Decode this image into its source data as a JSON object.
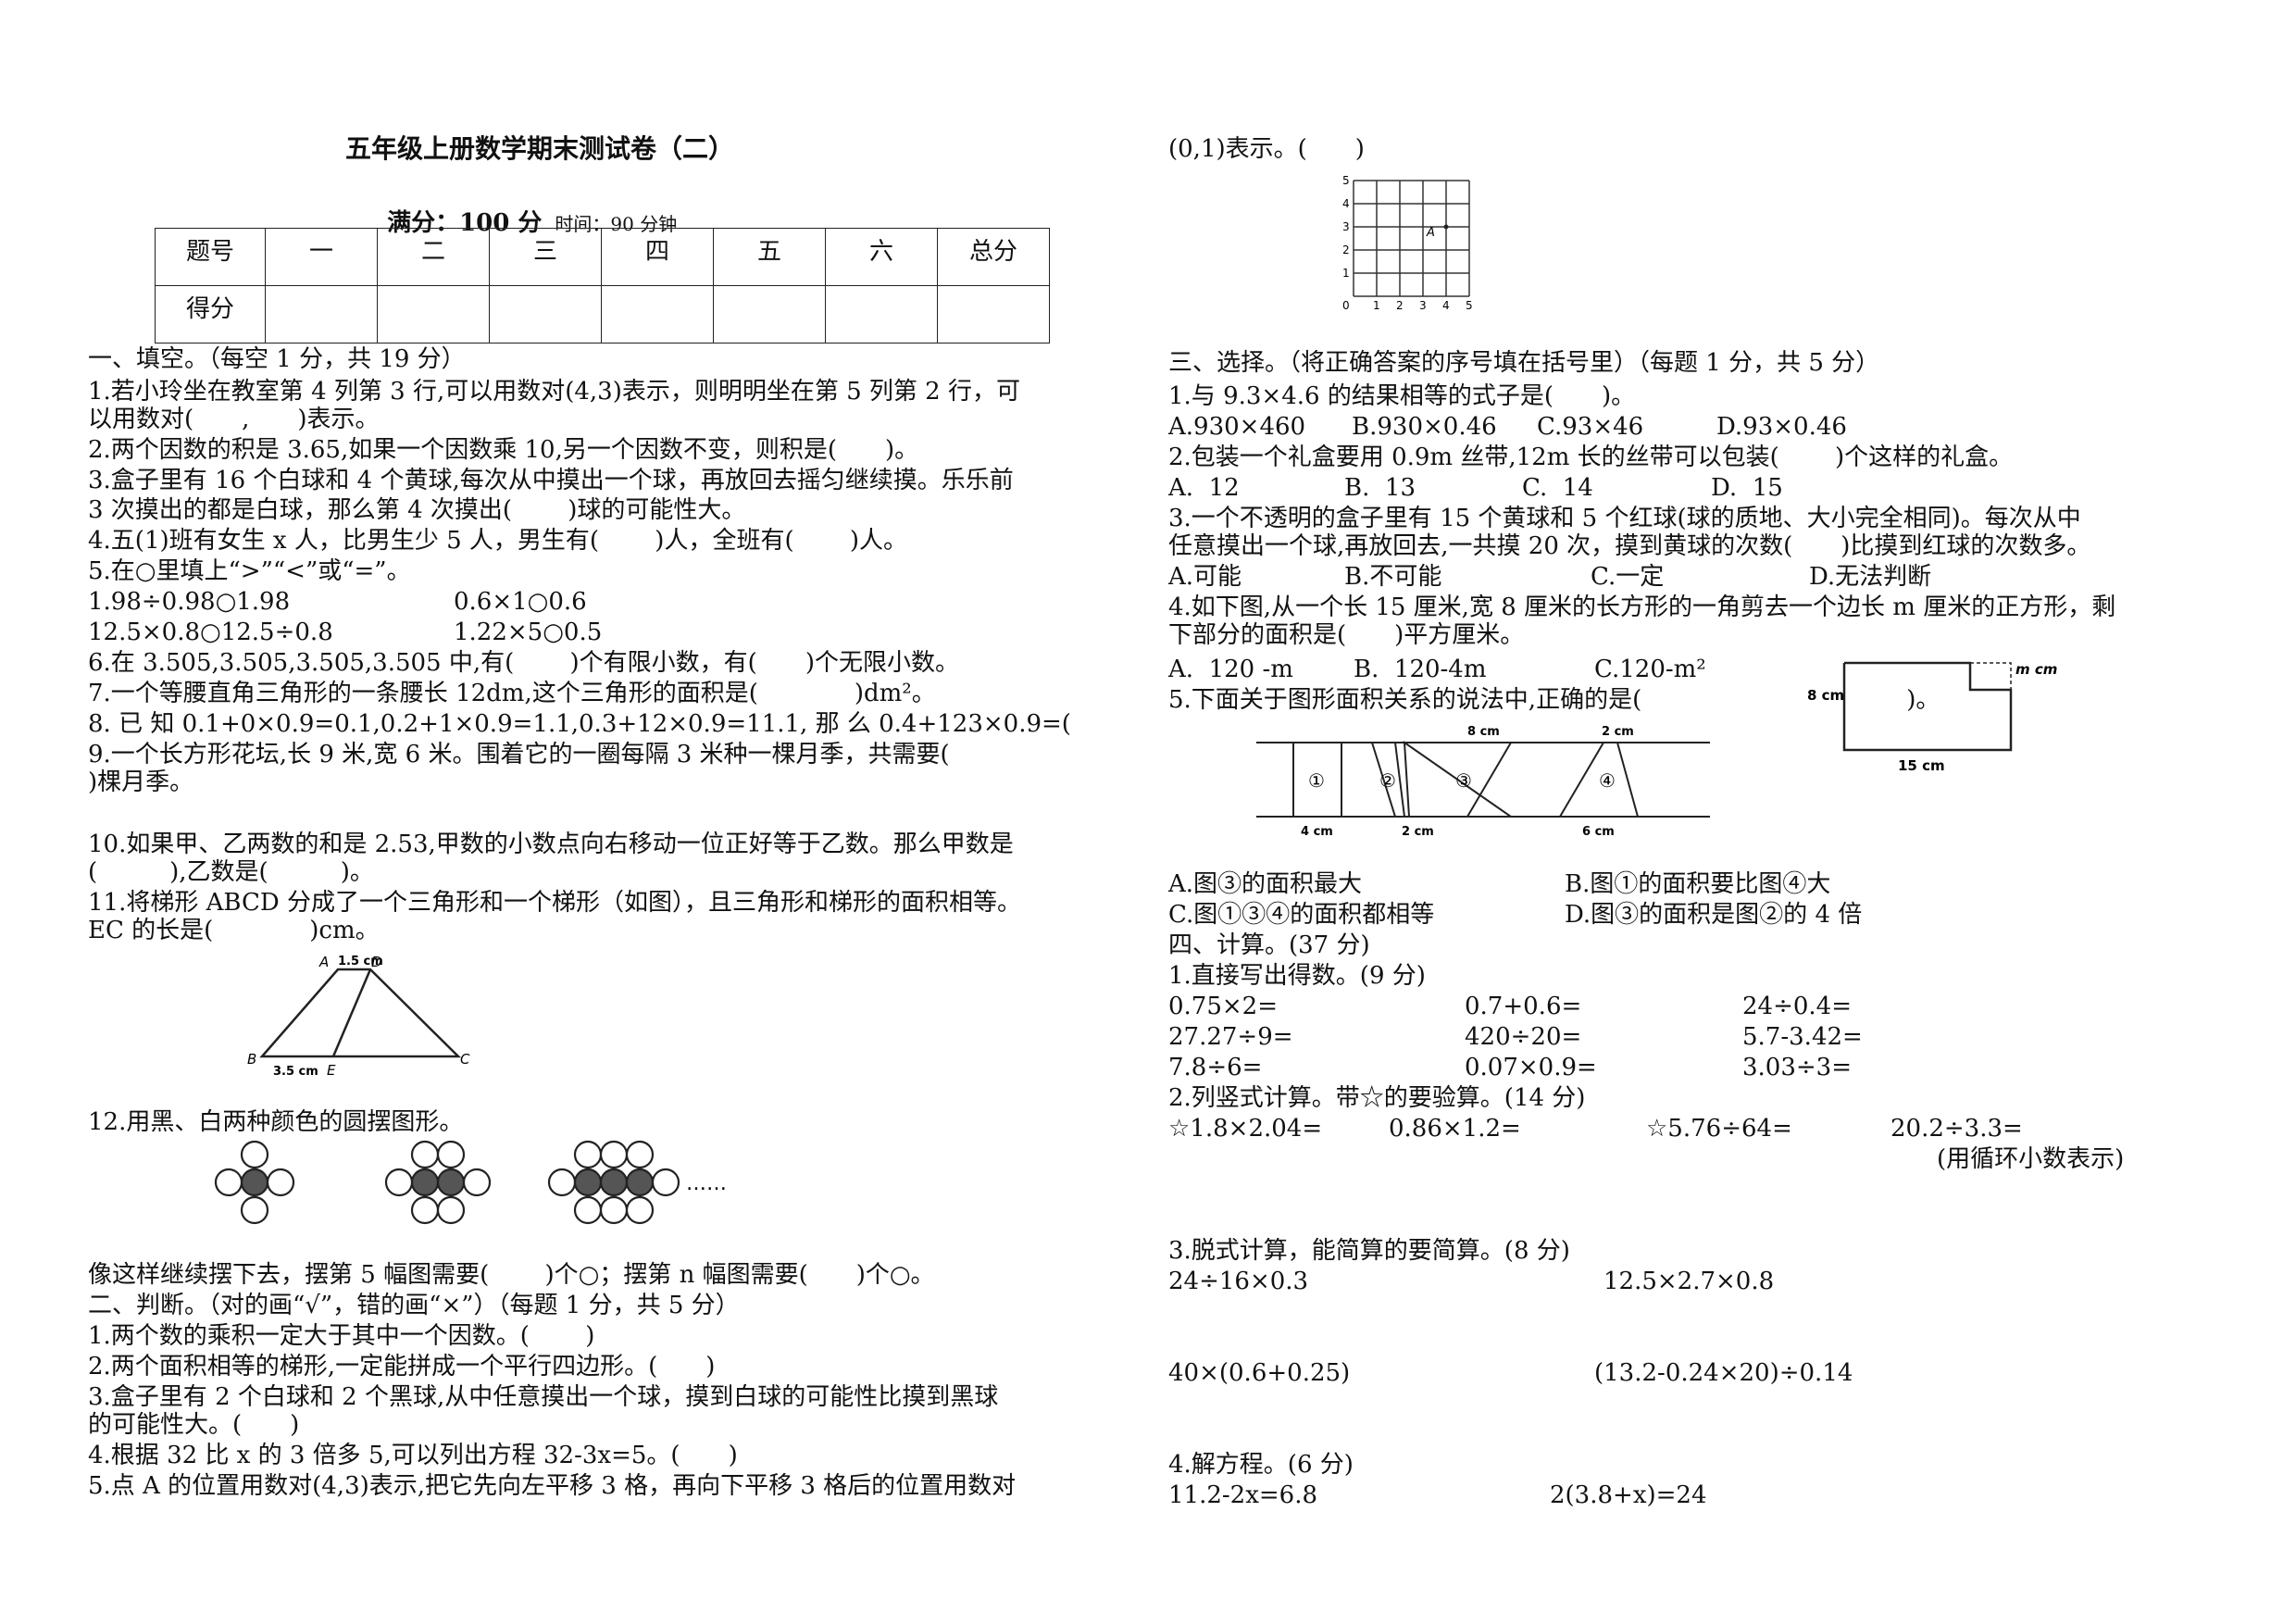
{
  "header": {
    "title": "五年级上册数学期末测试卷（二）",
    "full_marks": "满分：100 分",
    "time": "时间：90 分钟"
  },
  "score_table": {
    "row1": [
      "题号",
      "一",
      "二",
      "三",
      "四",
      "五",
      "六",
      "总分"
    ],
    "row2": [
      "得分",
      "",
      "",
      "",
      "",
      "",
      "",
      ""
    ]
  },
  "left": [
    "一、填空。（每空 1 分，共 19 分）",
    "1.若小玲坐在教室第 4 列第 3 行,可以用数对(4,3)表示，则明明坐在第 5 列第 2 行，可",
    "以用数对(　　,　　)表示。",
    "2.两个因数的积是 3.65,如果一个因数乘 10,另一个因数不变，则积是(　　)。",
    "3.盒子里有 16 个白球和 4 个黄球,每次从中摸出一个球，再放回去摇匀继续摸。乐乐前",
    "3 次摸出的都是白球，那么第 4 次摸出(　　 )球的可能性大。",
    "4.五(1)班有女生 x 人，比男生少 5 人，男生有(　　 )人，全班有(　　 )人。",
    "5.在○里填上“>”“<”或“=”。",
    "1.98÷0.98○1.98",
    "0.6×1○0.6",
    "12.5×0.8○12.5÷0.8",
    "1.22×5○0.5",
    "6.在 3.505,3.505,3.505,3.505 中,有(　　 )个有限小数，有(　　)个无限小数。",
    "7.一个等腰直角三角形的一条腰长 12dm,这个三角形的面积是(　　　　)dm²。",
    "8. 已 知 0.1+0×0.9=0.1,0.2+1×0.9=1.1,0.3+12×0.9=11.1, 那 么 0.4+123×0.9=(",
    "9.一个长方形花坛,长 9 米,宽 6 米。围着它的一圈每隔 3 米种一棵月季，共需要(",
    ")棵月季。",
    "10.如果甲、乙两数的和是 2.53,甲数的小数点向右移动一位正好等于乙数。那么甲数是",
    "(　　　),乙数是(　　　)。",
    "11.将梯形 ABCD 分成了一个三角形和一个梯形（如图），且三角形和梯形的面积相等。",
    "EC 的长是(　　　　)cm。",
    "12.用黑、白两种颜色的圆摆图形。",
    "像这样继续摆下去，摆第 5 幅图需要(　　 )个○；摆第 n 幅图需要(　　)个○。",
    "二、判断。（对的画“√”，错的画“×”）（每题 1 分，共 5 分）",
    "1.两个数的乘积一定大于其中一个因数。(　　 )",
    "2.两个面积相等的梯形,一定能拼成一个平行四边形。(　　)",
    "3.盒子里有 2 个白球和 2 个黑球,从中任意摸出一个球，摸到白球的可能性比摸到黑球",
    "的可能性大。(　　)",
    "4.根据 32 比 x 的 3 倍多 5,可以列出方程 32-3x=5。(　　)",
    "5.点 A 的位置用数对(4,3)表示,把它先向左平移 3 格，再向下平移 3 格后的位置用数对"
  ],
  "right": [
    "(0,1)表示。(　　)",
    "三、选择。（将正确答案的序号填在括号里）（每题 1 分，共 5 分）",
    "1.与 9.3×4.6 的结果相等的式子是(　　)。",
    "A.930×460",
    "B.930×0.46",
    "C.93×46",
    "D.93×0.46",
    "2.包装一个礼盒要用 0.9m 丝带,12m 长的丝带可以包装(　　 )个这样的礼盒。",
    "A.  12",
    "B.  13",
    "C.  14",
    "D.  15",
    "3.一个不透明的盒子里有 15 个黄球和 5 个红球(球的质地、大小完全相同)。每次从中",
    "任意摸出一个球,再放回去,一共摸 20 次，摸到黄球的次数(　　)比摸到红球的次数多。",
    "A.可能",
    "B.不可能",
    "C.一定",
    "D.无法判断",
    "4.如下图,从一个长 15 厘米,宽 8 厘米的长方形的一角剪去一个边长 m 厘米的正方形，剩",
    "下部分的面积是(　　)平方厘米。",
    "A.  120 -m",
    "B.  120-4m",
    "C.120-m²",
    "5.下面关于图形面积关系的说法中,正确的是(　　　　　　　　　　　)。",
    "A.图③的面积最大",
    "B.图①的面积要比图④大",
    "C.图①③④的面积都相等",
    "D.图③的面积是图②的 4 倍",
    "四、计算。(37 分)",
    "1.直接写出得数。(9 分)",
    "0.75×2=",
    "0.7+0.6=",
    "24÷0.4=",
    "27.27÷9=",
    "420÷20=",
    "5.7-3.42=",
    "7.8÷6=",
    "0.07×0.9=",
    "3.03÷3=",
    "2.列竖式计算。带☆的要验算。(14 分)",
    "☆1.8×2.04=",
    "0.86×1.2=",
    "☆5.76÷64=",
    "20.2÷3.3=",
    "(用循环小数表示)",
    "3.脱式计算，能简算的要简算。(8 分)",
    "24÷16×0.3",
    "12.5×2.7×0.8",
    "40×(0.6+0.25)",
    "(13.2-0.24×20)÷0.14",
    "4.解方程。(6 分)",
    "11.2-2x=6.8",
    "2(3.8+x)=24"
  ],
  "figures": {
    "grid_labels": [
      "0",
      "1",
      "2",
      "3",
      "4",
      "5",
      "A"
    ],
    "trap_labels": [
      "A",
      "1.5 cm",
      "D",
      "B",
      "3.5 cm",
      "E",
      "C"
    ],
    "strip_labels": [
      "8 cm",
      "2 cm",
      "①",
      "②",
      "③",
      "④",
      "4 cm",
      "2 cm",
      "6 cm"
    ],
    "rect_labels": [
      "8 cm",
      "m cm",
      "15 cm"
    ],
    "ellipsis": "……"
  }
}
